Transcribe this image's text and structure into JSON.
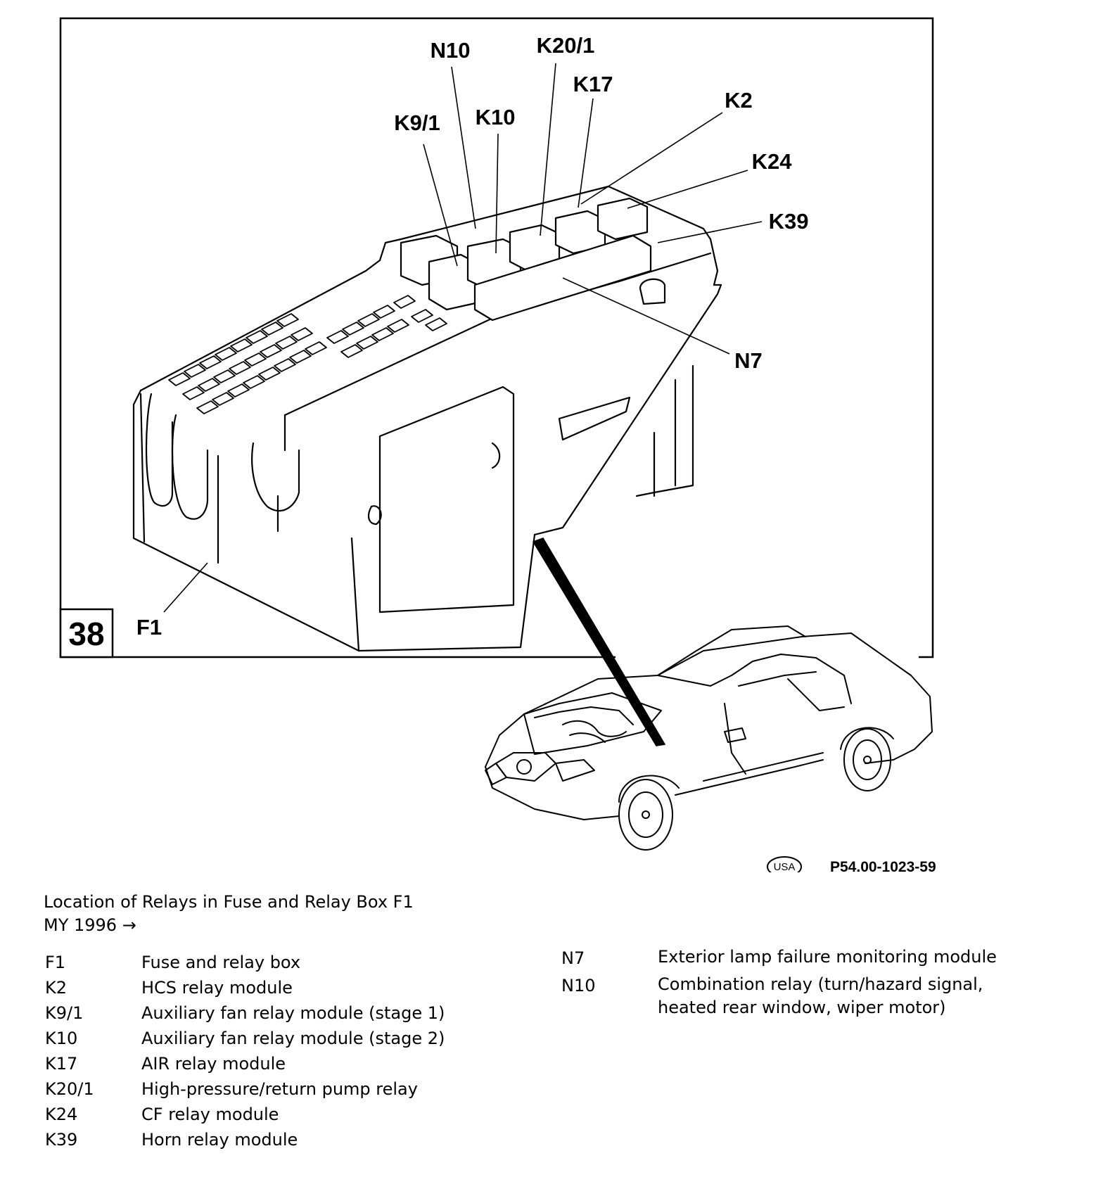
{
  "figure": {
    "number": "38",
    "reference": "P54.00-1023-59",
    "region_badge": "USA",
    "callouts": {
      "n10": "N10",
      "k20_1": "K20/1",
      "k17": "K17",
      "k2": "K2",
      "k9_1": "K9/1",
      "k10": "K10",
      "k24": "K24",
      "k39": "K39",
      "n7": "N7",
      "f1": "F1"
    }
  },
  "caption": {
    "title": "Location of Relays in Fuse and Relay Box F1",
    "subtitle": "MY 1996 →"
  },
  "legend_left": [
    {
      "code": "F1",
      "description": "Fuse and relay box"
    },
    {
      "code": "K2",
      "description": "HCS relay module"
    },
    {
      "code": "K9/1",
      "description": "Auxiliary fan relay module (stage 1)"
    },
    {
      "code": "K10",
      "description": "Auxiliary fan relay module (stage 2)"
    },
    {
      "code": "K17",
      "description": "AIR relay module"
    },
    {
      "code": "K20/1",
      "description": "High-pressure/return pump relay"
    },
    {
      "code": "K24",
      "description": "CF relay module"
    },
    {
      "code": "K39",
      "description": "Horn relay module"
    }
  ],
  "legend_right": [
    {
      "code": "N7",
      "description": "Exterior lamp failure monitoring module"
    },
    {
      "code": "N10",
      "description": "Combination relay (turn/hazard signal,",
      "description_2": "heated rear window, wiper motor)"
    }
  ]
}
